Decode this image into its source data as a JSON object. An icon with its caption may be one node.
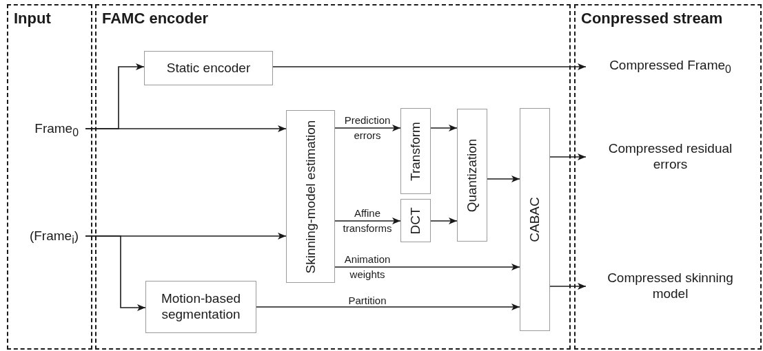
{
  "diagram": {
    "nodes": [
      {
        "text": [
          "Input"
        ]
      },
      {
        "text": [
          "FAMC encoder"
        ]
      },
      {
        "text": [
          "Conpressed stream"
        ]
      },
      {
        "text": [
          "Frame$_{0}$"
        ],
        "in": 0
      },
      {
        "text": [
          "(Frame$_{i}$)"
        ],
        "in": 0
      },
      {
        "text": [
          "Static encoder"
        ],
        "in": 1
      },
      {
        "text": [
          "Skinning-model estimation"
        ],
        "in": 1
      },
      {
        "text": [
          "Transform"
        ],
        "in": 1
      },
      {
        "text": [
          "DCT"
        ],
        "in": 1
      },
      {
        "text": [
          "Quantization"
        ],
        "in": 1
      },
      {
        "text": [
          "CABAC"
        ],
        "in": 1
      },
      {
        "text": [
          "Motion-based segmentation"
        ],
        "in": 1
      },
      {
        "text": [
          "Compressed Frame$_{0}$"
        ],
        "in": 2
      },
      {
        "text": [
          "Compressed residual errors"
        ],
        "in": 2
      },
      {
        "text": [
          "Compressed skinning model"
        ],
        "in": 2
      }
    ],
    "edges": [
      {
        "from": 3,
        "to": 5,
        "arrow": "to"
      },
      {
        "from": 3,
        "to": 6,
        "arrow": "to"
      },
      {
        "from": 4,
        "to": 6,
        "arrow": "to"
      },
      {
        "from": 4,
        "to": 11,
        "arrow": "to"
      },
      {
        "from": 5,
        "to": 12,
        "arrow": "to"
      },
      {
        "from": 6,
        "to": 7,
        "label": "Prediction errors",
        "arrow": "to"
      },
      {
        "from": 6,
        "to": 8,
        "label": "Affine transforms",
        "arrow": "to"
      },
      {
        "from": 6,
        "to": 10,
        "label": "Animation weights",
        "arrow": "to"
      },
      {
        "from": 11,
        "to": 10,
        "label": "Partition",
        "arrow": "to"
      },
      {
        "from": 7,
        "to": 9,
        "arrow": "to"
      },
      {
        "from": 8,
        "to": 9,
        "arrow": "to"
      },
      {
        "from": 9,
        "to": 10,
        "arrow": "to"
      },
      {
        "from": 10,
        "to": 13,
        "arrow": "to"
      },
      {
        "from": 10,
        "to": 14,
        "arrow": "to"
      }
    ]
  }
}
